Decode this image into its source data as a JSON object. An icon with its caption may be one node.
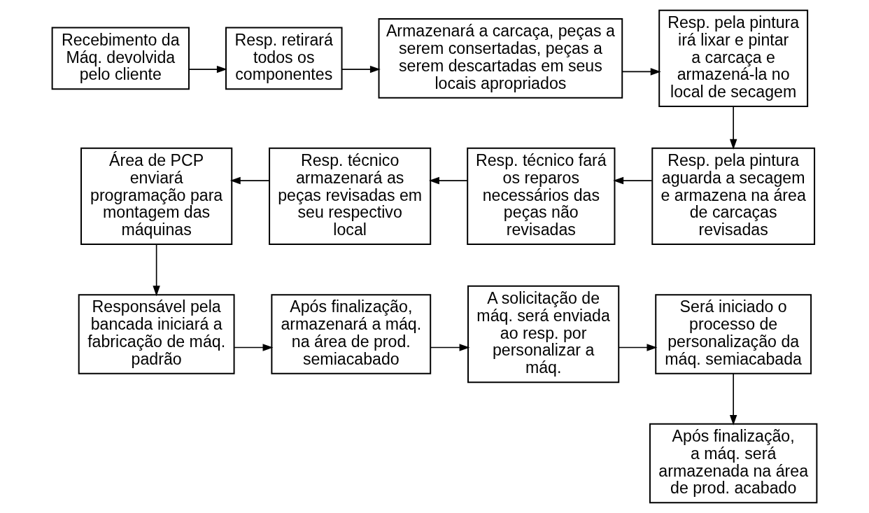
{
  "diagram": {
    "nodes": [
      {
        "text": [
          "Recebimento da Máq. devolvida pelo cliente"
        ]
      },
      {
        "text": [
          "Resp. retirará todos os componentes"
        ]
      },
      {
        "text": [
          "Armazenará a carcaça, peças a serem consertadas, peças a serem descartadas em seus locais apropriados"
        ]
      },
      {
        "text": [
          "Resp. pela pintura irá lixar e pintar a carcaça e armazená-la no local de secagem"
        ]
      },
      {
        "text": [
          "Resp. pela pintura aguarda a secagem e armazena na área de carcaças revisadas"
        ]
      },
      {
        "text": [
          "Resp. técnico fará os reparos necessários das peças não revisadas"
        ]
      },
      {
        "text": [
          "Resp. técnico armazenará as peças revisadas em seu respectivo local"
        ]
      },
      {
        "text": [
          "Área de PCP enviará programação para montagem das máquinas"
        ]
      },
      {
        "text": [
          "Responsável pela bancada iniciará a fabricação de máq. padrão"
        ]
      },
      {
        "text": [
          "Após finalização, armazenará a máq. na área de prod. semiacabado"
        ]
      },
      {
        "text": [
          "A solicitação de máq. será enviada ao resp. por personalizar a máq."
        ]
      },
      {
        "text": [
          "Será iniciado o processo de personalização da máq. semiacabada"
        ]
      },
      {
        "text": [
          "Após finalização, a máq. será armazenada na área de prod. acabado"
        ]
      }
    ],
    "edges": [
      {
        "from": 0,
        "to": 1,
        "arrow": "to"
      },
      {
        "from": 1,
        "to": 2,
        "arrow": "to"
      },
      {
        "from": 2,
        "to": 3,
        "arrow": "to"
      },
      {
        "from": 3,
        "to": 4,
        "arrow": "to"
      },
      {
        "from": 4,
        "to": 5,
        "arrow": "to"
      },
      {
        "from": 5,
        "to": 6,
        "arrow": "to"
      },
      {
        "from": 6,
        "to": 7,
        "arrow": "to"
      },
      {
        "from": 7,
        "to": 8,
        "arrow": "to"
      },
      {
        "from": 8,
        "to": 9,
        "arrow": "to"
      },
      {
        "from": 9,
        "to": 10,
        "arrow": "to"
      },
      {
        "from": 10,
        "to": 11,
        "arrow": "to"
      },
      {
        "from": 11,
        "to": 12,
        "arrow": "to"
      }
    ]
  }
}
